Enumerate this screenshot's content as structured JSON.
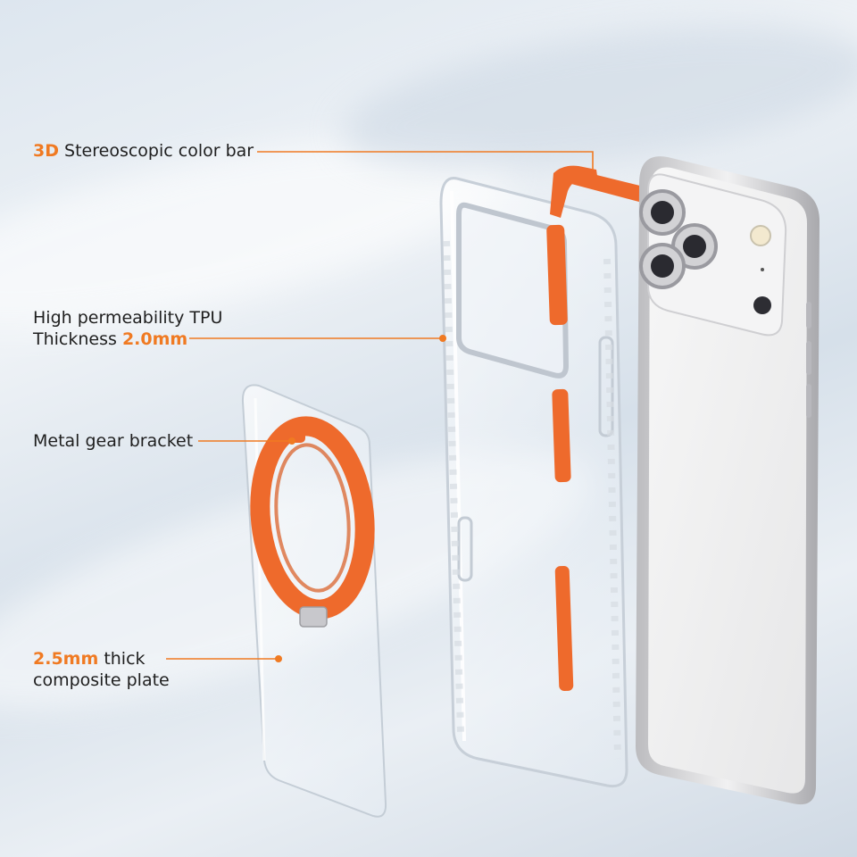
{
  "colors": {
    "accent": "#f07a22",
    "text": "#1f1f1f",
    "orange_part": "#ee6a2c"
  },
  "callouts": {
    "color_bar": {
      "accent": "3D",
      "text": "Stereoscopic color bar"
    },
    "tpu": {
      "line1": "High permeability TPU",
      "line2_prefix": "Thickness",
      "line2_accent": "2.0mm"
    },
    "bracket": {
      "text": "Metal gear bracket"
    },
    "plate": {
      "accent": "2.5mm",
      "line1_suffix": "thick",
      "line2": "composite plate"
    }
  }
}
